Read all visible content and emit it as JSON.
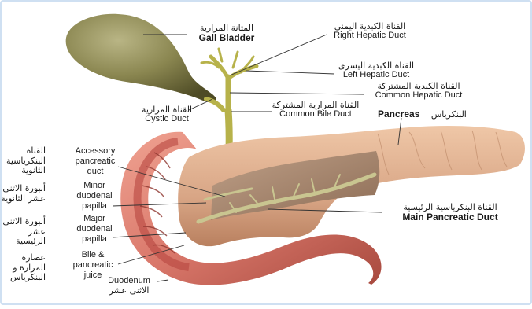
{
  "diagram": {
    "labels": {
      "gall_bladder": {
        "ar": "المثانة المرارية",
        "en": "Gall Bladder"
      },
      "right_hepatic_duct": {
        "ar": "القناة الكبدية اليمنى",
        "en": "Right Hepatic Duct"
      },
      "left_hepatic_duct": {
        "ar": "القناة الكبدية اليسرى",
        "en": "Left Hepatic Duct"
      },
      "common_hepatic_duct": {
        "ar": "القناة الكبدية المشتركة",
        "en": "Common Hepatic Duct"
      },
      "common_bile_duct": {
        "ar": "القناة المرارية المشتركة",
        "en": "Common Bile Duct"
      },
      "cystic_duct": {
        "ar": "القناة المرارية",
        "en": "Cystic Duct"
      },
      "pancreas": {
        "ar": "البنكرياس",
        "en": "Pancreas"
      },
      "accessory_pancreatic_duct": {
        "ar": "القناة البنكرياسية الثانوية",
        "en": "Accessory pancreatic duct"
      },
      "minor_duodenal_papilla": {
        "ar": "أنبورة الاثنى عشر الثانوية",
        "en": "Minor duodenal papilla"
      },
      "major_duodenal_papilla": {
        "ar": "أنبورة الاثنى عشر الرئيسية",
        "en": "Major duodenal papilla"
      },
      "bile_pancreatic_juice": {
        "ar": "عصارة المرارة و البنكرياس",
        "en": "Bile & pancreatic juice"
      },
      "main_pancreatic_duct": {
        "ar": "القناة البنكرياسية الرئيسية",
        "en": "Main Pancreatic Duct"
      },
      "duodenum": {
        "ar": "الاثنى عشر",
        "en": "Duodenum"
      }
    },
    "colors": {
      "gallbladder": "#7d7a45",
      "ducts": "#b7b24a",
      "pancreas": "#d9a98a",
      "duodenum": "#d9776a",
      "duodenum_inner": "#b8463f",
      "leader_lines": "#333333"
    }
  }
}
